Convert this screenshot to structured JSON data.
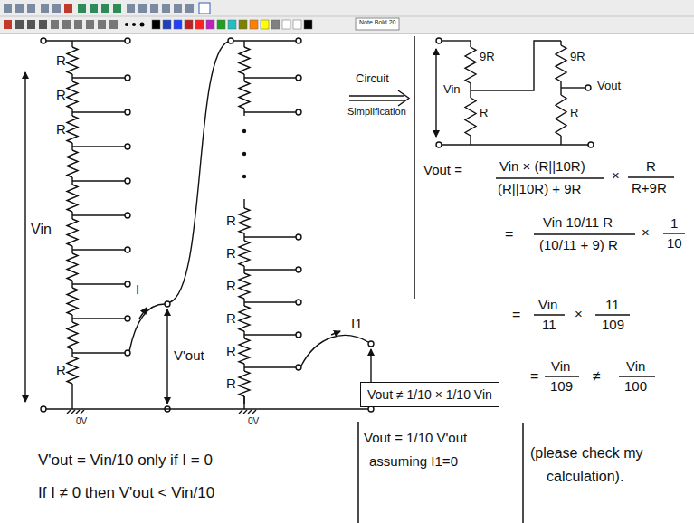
{
  "diagram": {
    "nodes": [
      {
        "text": [
          "Vout ≠ 1/10 × 1/10 Vin"
        ]
      }
    ],
    "labels": [
      "Note Bold 20",
      "R",
      "R",
      "R",
      "R",
      "Vin",
      "I",
      "V'out",
      "0V",
      "0V",
      "R",
      "R",
      "R",
      "R",
      "R",
      "R",
      "I1",
      "Circuit",
      "Simplification",
      "Vin",
      "9R",
      "R",
      "9R",
      "R",
      "Vout",
      "Vout =",
      "Vin × (R||10R)",
      "(R||10R) + 9R",
      "×",
      "R",
      "R+9R",
      "=",
      "Vin 10/11 R",
      "(10/11 + 9) R",
      "×",
      "1",
      "10",
      "=",
      "Vin",
      "11",
      "×",
      "11",
      "109",
      "=",
      "Vin",
      "109",
      "≠",
      "Vin",
      "100",
      "(please check my",
      "calculation).",
      "Vout = 1/10 V'out",
      "assuming I1=0",
      "V'out = Vin/10 only if I = 0",
      "If I ≠ 0 then V'out < Vin/10"
    ]
  }
}
